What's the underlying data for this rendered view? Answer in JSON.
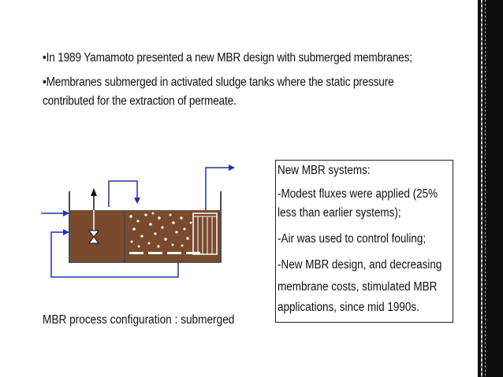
{
  "bullets": {
    "b1": "•In 1989 Yamamoto presented a new MBR design with submerged membranes;",
    "b2_line1": "•Membranes submerged in activated sludge tanks where the static pressure",
    "b2_line2": "contributed for the extraction of permeate."
  },
  "figure_caption": "MBR process configuration : submerged",
  "info_box": {
    "lines": [
      "New  MBR systems:",
      "-Modest fluxes were applied (25%",
      "less than earlier systems);",
      "-Air was used to control fouling;",
      "-New MBR design, and decreasing",
      "membrane costs, stimulated MBR",
      "applications, since mid 1990s."
    ]
  },
  "colors": {
    "sludge": "#7a4a2e",
    "arrow": "#2230b0",
    "line": "#111111",
    "strip": "#0d0d0d"
  }
}
